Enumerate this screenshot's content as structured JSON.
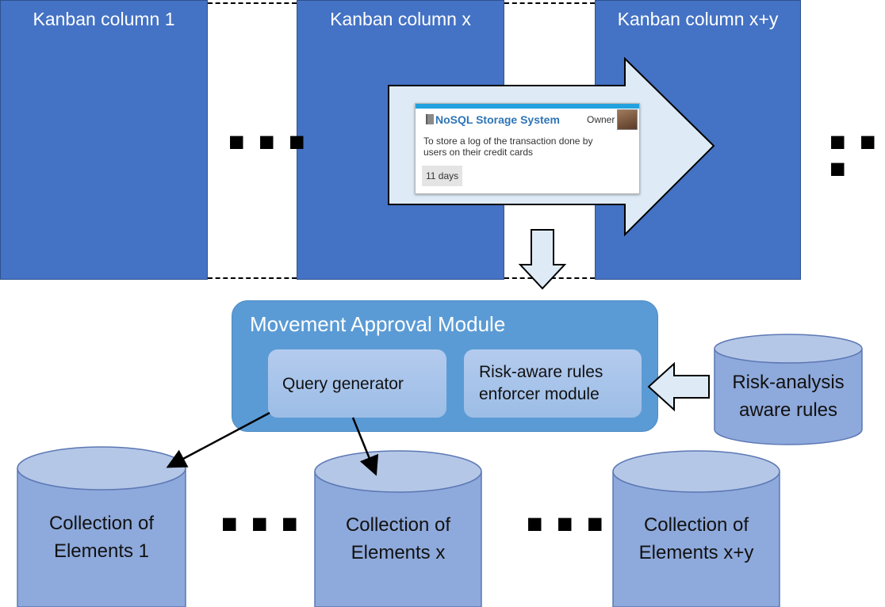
{
  "kanban": {
    "columns": [
      {
        "title": "Kanban column 1"
      },
      {
        "title": "Kanban column x"
      },
      {
        "title": "Kanban column x+y"
      }
    ],
    "ellipsis": "■ ■ ■"
  },
  "card": {
    "title": "NoSQL Storage System",
    "owner_label": "Owner",
    "description": "To store a log of the transaction done by users on their credit cards",
    "duration": "11 days",
    "accent_color": "#21a1de",
    "icon": "book-icon"
  },
  "module": {
    "title": "Movement Approval Module",
    "query_generator": "Query generator",
    "rules_enforcer_line1": "Risk-aware rules",
    "rules_enforcer_line2": "enforcer module",
    "color": "#5b9bd5"
  },
  "rules_db": {
    "line1": "Risk-analysis",
    "line2": "aware rules"
  },
  "collections": [
    {
      "line1": "Collection of",
      "line2": "Elements 1"
    },
    {
      "line1": "Collection of",
      "line2": "Elements x"
    },
    {
      "line1": "Collection of",
      "line2": "Elements x+y"
    }
  ],
  "colors": {
    "kanban_blue": "#4472c4",
    "arrow_fill": "#deebf7",
    "cylinder_body": "#8ea9db",
    "cylinder_top": "#b4c7e7"
  }
}
